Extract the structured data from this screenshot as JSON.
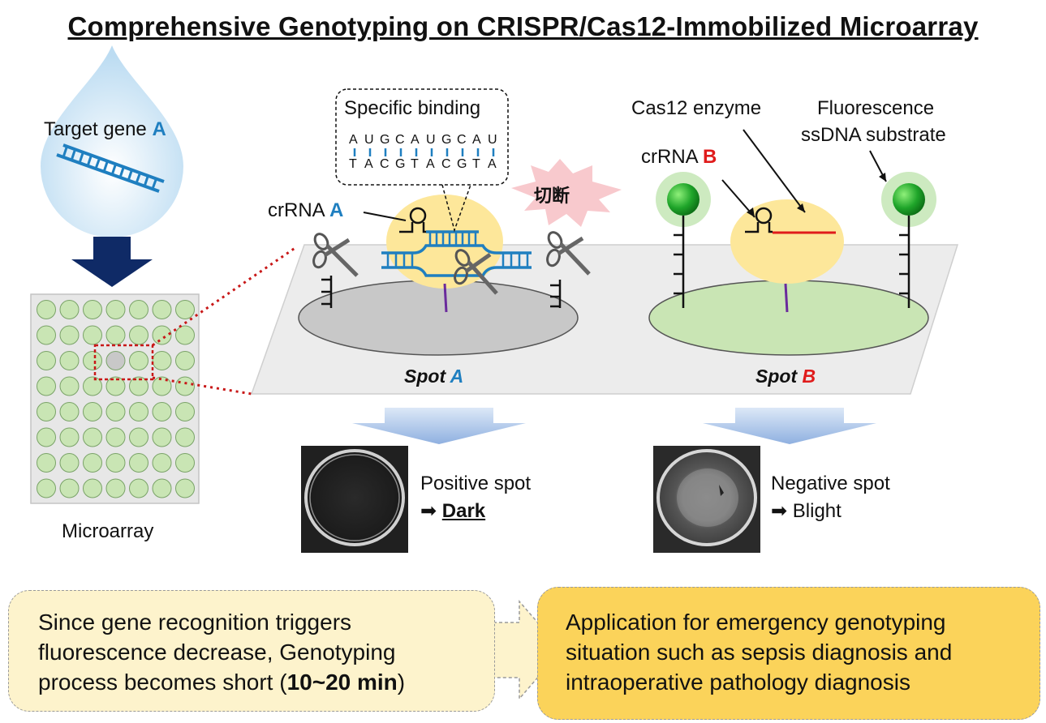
{
  "title": "Comprehensive Genotyping on CRISPR/Cas12-Immobilized Microarray",
  "target_gene": {
    "text": "Target gene ",
    "letter": "A"
  },
  "microarray_label": "Microarray",
  "specific_binding": {
    "title": "Specific binding",
    "top_sequence": [
      "A",
      "U",
      "G",
      "C",
      "A",
      "U",
      "G",
      "C",
      "A",
      "U"
    ],
    "bottom_sequence": [
      "T",
      "A",
      "C",
      "G",
      "T",
      "A",
      "C",
      "G",
      "T",
      "A"
    ]
  },
  "cleave_badge": "切断",
  "crrna_a": {
    "text": "crRNA ",
    "letter": "A"
  },
  "crrna_b": {
    "text": "crRNA ",
    "letter": "B"
  },
  "cas12_label": "Cas12 enzyme",
  "fluorescence_label": [
    "Fluorescence",
    "ssDNA substrate"
  ],
  "spot_a": {
    "text": "Spot ",
    "letter": "A"
  },
  "spot_b": {
    "text": "Spot ",
    "letter": "B"
  },
  "positive": {
    "line1": "Positive spot",
    "arrow": "➡ ",
    "result": "Dark"
  },
  "negative": {
    "line1": "Negative spot",
    "arrow": "➡ ",
    "result": "Blight"
  },
  "summary": {
    "lines": [
      "Since gene recognition triggers",
      "fluorescence decrease, Genotyping",
      "process becomes short ("
    ],
    "emphasis": "10~20 min",
    "close": ")"
  },
  "application": {
    "lines": [
      "Application for emergency genotyping",
      "situation such as sepsis diagnosis and",
      "intraoperative pathology diagnosis"
    ]
  },
  "colors": {
    "blue_letter": "#1f7fc0",
    "red_letter": "#e01b1b",
    "spot_green": "#c9e5b4",
    "spot_gray": "#c8c8c8",
    "enzyme_yellow": "#fde79a",
    "arrow_navy": "#0f2a66",
    "application_box": "#fbd35a",
    "summary_box": "#fdf3cc"
  }
}
